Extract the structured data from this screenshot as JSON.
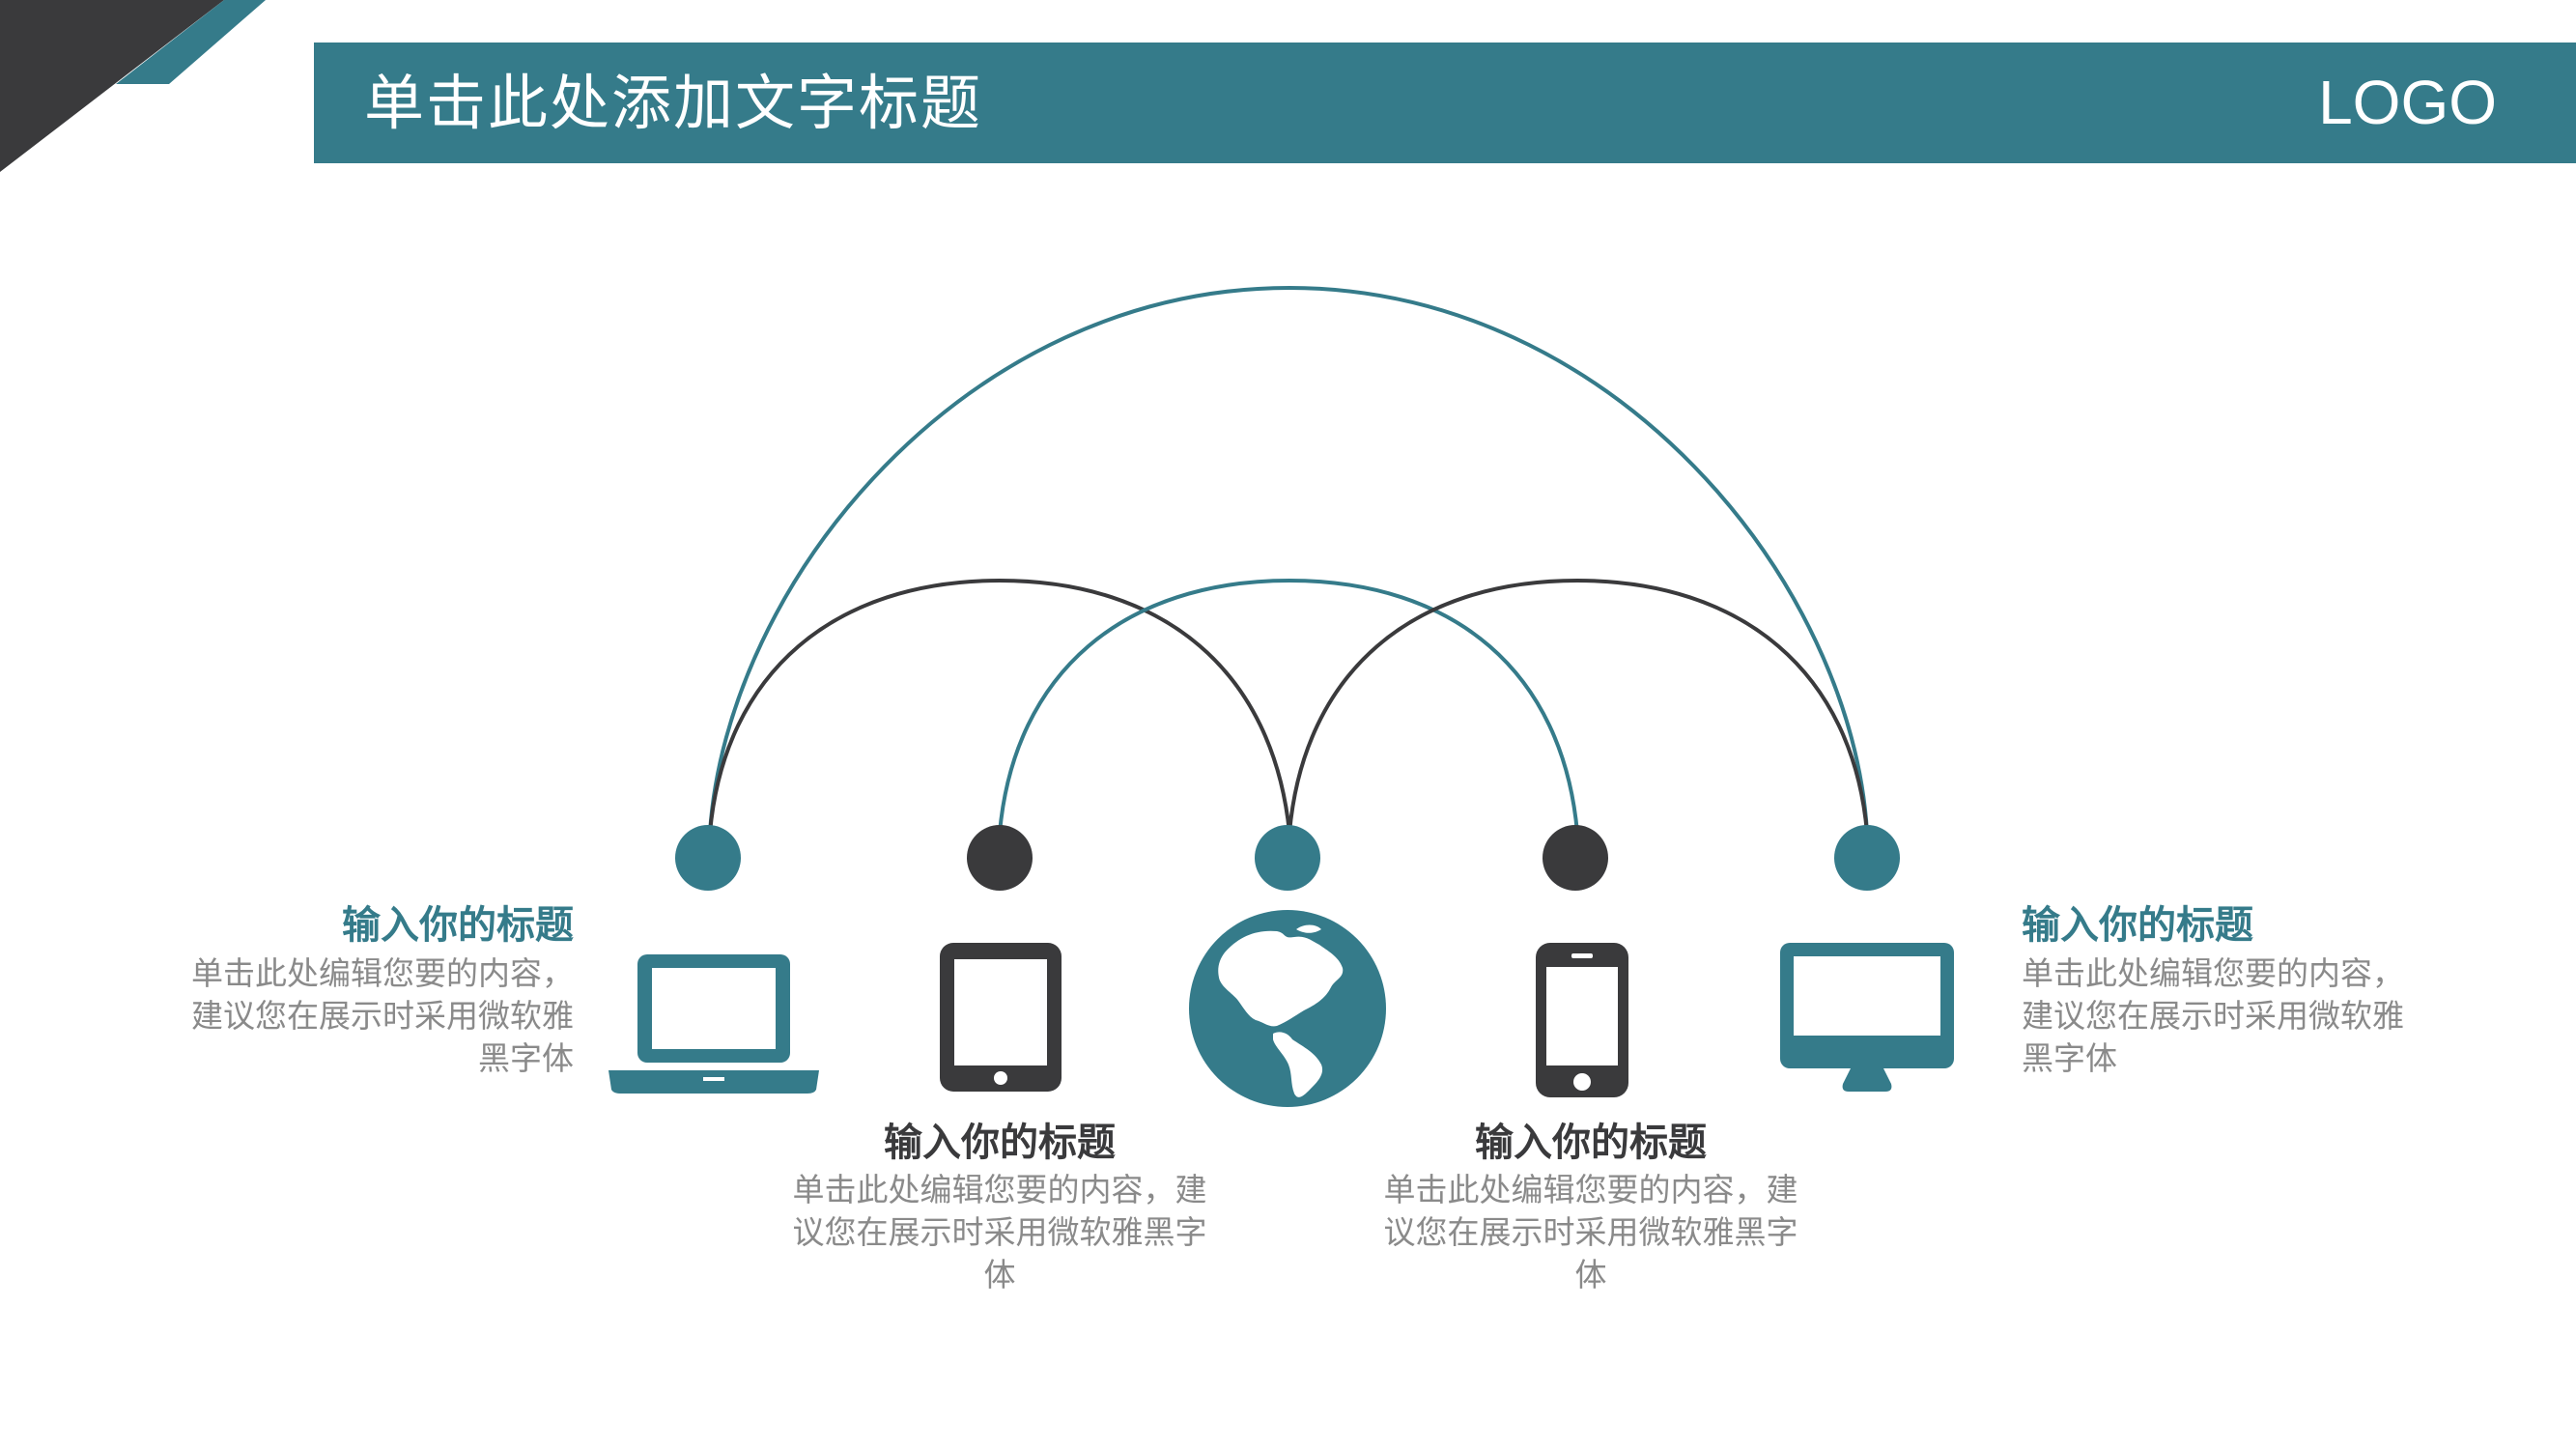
{
  "header": {
    "title": "单击此处添加文字标题",
    "logo": "LOGO"
  },
  "colors": {
    "accent": "#357b8a",
    "dark": "#3a3a3c",
    "text_gray": "#8a8a8a"
  },
  "items": [
    {
      "title": "输入你的标题",
      "desc_lines": [
        "单击此处编辑您要的内容，",
        "建议您在展示时采用微软雅",
        "黑字体"
      ],
      "icon": "laptop-icon",
      "color": "teal"
    },
    {
      "title": "输入你的标题",
      "desc_lines": [
        "单击此处编辑您要的内容，建",
        "议您在展示时采用微软雅黑字",
        "体"
      ],
      "icon": "tablet-icon",
      "color": "dark"
    },
    {
      "title": "",
      "desc_lines": [],
      "icon": "globe-icon",
      "color": "teal"
    },
    {
      "title": "输入你的标题",
      "desc_lines": [
        "单击此处编辑您要的内容，建",
        "议您在展示时采用微软雅黑字",
        "体"
      ],
      "icon": "phone-icon",
      "color": "dark"
    },
    {
      "title": "输入你的标题",
      "desc_lines": [
        "单击此处编辑您要的内容，",
        "建议您在展示时采用微软雅",
        "黑字体"
      ],
      "icon": "monitor-icon",
      "color": "teal"
    }
  ]
}
